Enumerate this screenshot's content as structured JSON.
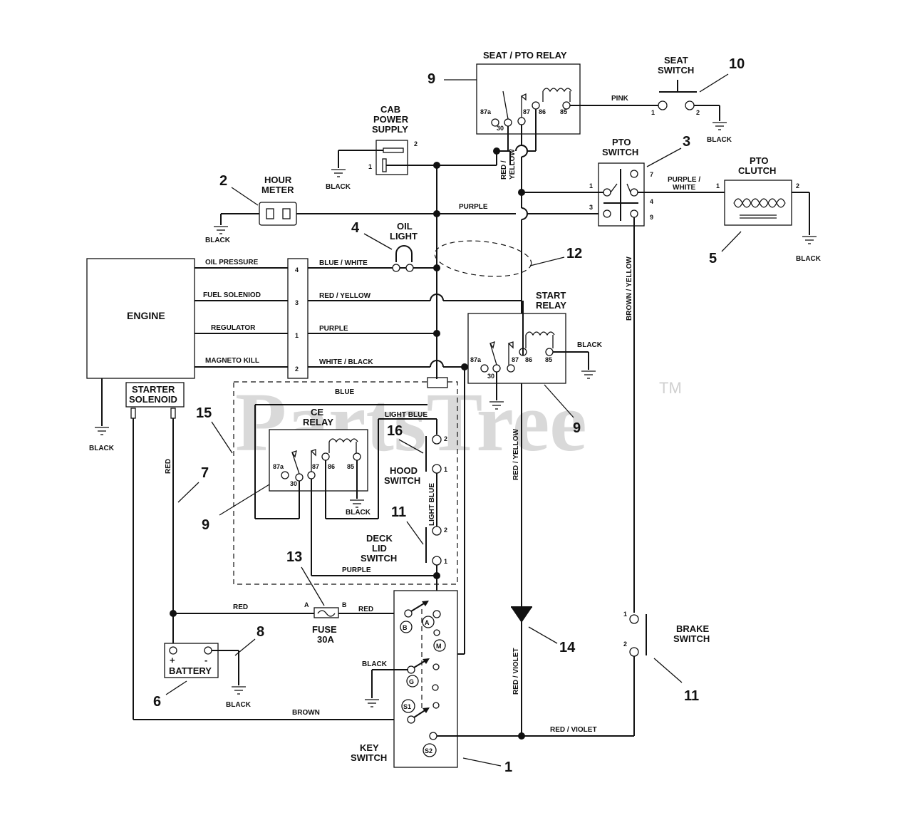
{
  "watermark": {
    "text": "PartsTree",
    "tm": "TM"
  },
  "components": {
    "seat_pto_relay": "SEAT / PTO RELAY",
    "seat_switch_1": "SEAT",
    "seat_switch_2": "SWITCH",
    "cab_power_1": "CAB",
    "cab_power_2": "POWER",
    "cab_power_3": "SUPPLY",
    "pto_switch_1": "PTO",
    "pto_switch_2": "SWITCH",
    "pto_clutch_1": "PTO",
    "pto_clutch_2": "CLUTCH",
    "hour_meter_1": "HOUR",
    "hour_meter_2": "METER",
    "oil_light_1": "OIL",
    "oil_light_2": "LIGHT",
    "engine": "ENGINE",
    "start_relay_1": "START",
    "start_relay_2": "RELAY",
    "starter_solenoid_1": "STARTER",
    "starter_solenoid_2": "SOLENOID",
    "ce_relay_1": "CE",
    "ce_relay_2": "RELAY",
    "hood_switch_1": "HOOD",
    "hood_switch_2": "SWITCH",
    "deck_lid_1": "DECK",
    "deck_lid_2": "LID",
    "deck_lid_3": "SWITCH",
    "fuse_1": "FUSE",
    "fuse_2": "30A",
    "battery": "BATTERY",
    "key_switch_1": "KEY",
    "key_switch_2": "SWITCH",
    "brake_switch_1": "BRAKE",
    "brake_switch_2": "SWITCH"
  },
  "engine_lines": {
    "oil_pressure": "OIL PRESSURE",
    "fuel_solenoid": "FUEL SOLENIOD",
    "regulator": "REGULATOR",
    "magneto_kill": "MAGNETO KILL"
  },
  "wires": {
    "pink": "PINK",
    "black": "BLACK",
    "purple": "PURPLE",
    "purple_white_1": "PURPLE /",
    "purple_white_2": "WHITE",
    "red_yellow": "RED / YELLOW",
    "red_yellow_v1": "RED /",
    "red_yellow_v2": "YELLOW",
    "blue_white": "BLUE / WHITE",
    "white_black": "WHITE / BLACK",
    "blue": "BLUE",
    "light_blue": "LIGHT BLUE",
    "red": "RED",
    "brown": "BROWN",
    "brown_yellow": "BROWN / YELLOW",
    "red_violet": "RED / VIOLET"
  },
  "pins": {
    "p87a": "87a",
    "p30": "30",
    "p87": "87",
    "p86": "86",
    "p85": "85",
    "p1": "1",
    "p2": "2",
    "p3": "3",
    "p4": "4",
    "p7": "7",
    "p9": "9",
    "A": "A",
    "B": "B",
    "M": "M",
    "G": "G",
    "S1": "S1",
    "S2": "S2",
    "plus": "+",
    "minus": "-"
  },
  "callouts": {
    "c1": "1",
    "c2": "2",
    "c3": "3",
    "c4": "4",
    "c5": "5",
    "c6": "6",
    "c7": "7",
    "c8": "8",
    "c9": "9",
    "c10": "10",
    "c11": "11",
    "c12": "12",
    "c13": "13",
    "c14": "14",
    "c15": "15",
    "c16": "16"
  }
}
